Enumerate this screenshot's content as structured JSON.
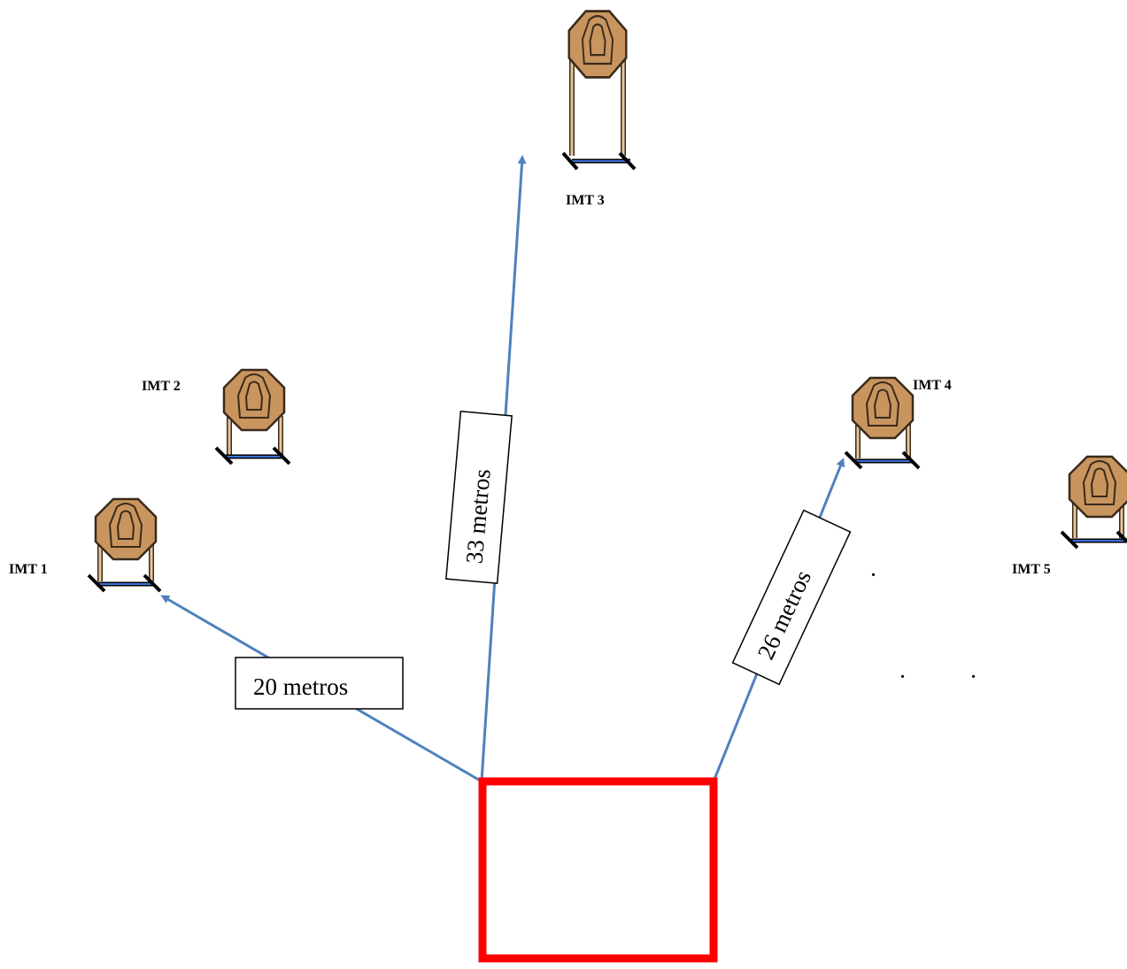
{
  "targets": [
    {
      "id": "imt1",
      "label": "IMT 1"
    },
    {
      "id": "imt2",
      "label": "IMT 2"
    },
    {
      "id": "imt3",
      "label": "IMT 3"
    },
    {
      "id": "imt4",
      "label": "IMT  4"
    },
    {
      "id": "imt5",
      "label": "IMT 5"
    }
  ],
  "distances": {
    "imt1": "20 metros",
    "imt3": "33 metros",
    "imt4": "26 metros"
  },
  "dots": [
    ".",
    ".",
    "."
  ],
  "colors": {
    "shooting_box": "#ff0000",
    "arrow": "#4f81bd",
    "target_fill": "#c8955f",
    "target_stroke": "#3a2a1a",
    "stand_base": "#3b6fd8"
  }
}
